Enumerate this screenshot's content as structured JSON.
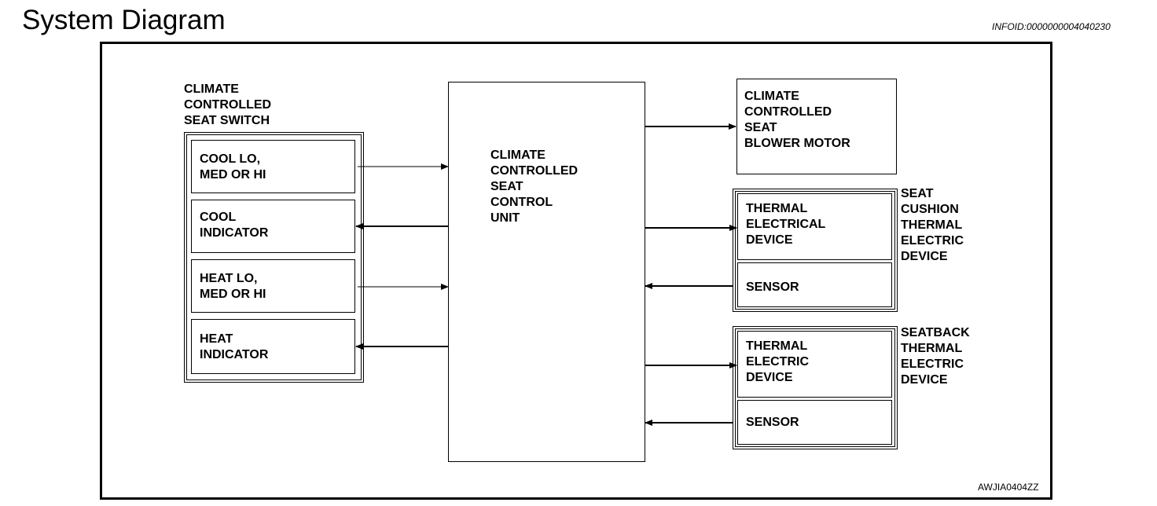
{
  "header": {
    "title": "System Diagram",
    "info_id": "INFOID:0000000004040230"
  },
  "diagram": {
    "switch_group": {
      "label": "CLIMATE\nCONTROLLED\nSEAT SWITCH",
      "items": [
        "COOL LO,\nMED OR HI",
        "COOL\nINDICATOR",
        "HEAT LO,\nMED OR HI",
        "HEAT\nINDICATOR"
      ]
    },
    "control_unit": {
      "label": "CLIMATE\nCONTROLLED\nSEAT\nCONTROL\nUNIT"
    },
    "blower_motor": {
      "label": "CLIMATE\nCONTROLLED\nSEAT\nBLOWER MOTOR"
    },
    "cushion_device": {
      "group_label": "SEAT\nCUSHION\nTHERMAL\nELECTRIC\nDEVICE",
      "thermal_label": "THERMAL\nELECTRICAL\nDEVICE",
      "sensor_label": "SENSOR"
    },
    "seatback_device": {
      "group_label": "SEATBACK\nTHERMAL\nELECTRIC\nDEVICE",
      "thermal_label": "THERMAL\nELECTRIC\nDEVICE",
      "sensor_label": "SENSOR"
    },
    "figure_code": "AWJIA0404ZZ"
  }
}
